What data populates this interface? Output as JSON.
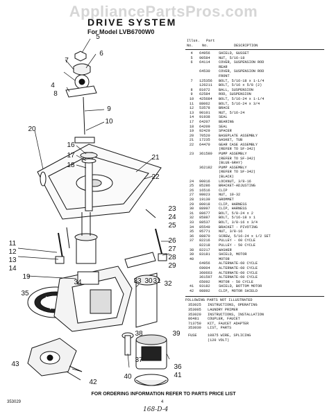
{
  "watermark": "AppliancePartsPros.com",
  "header": {
    "title": "DRIVE SYSTEM",
    "subtitle": "For Model LVB6700W0"
  },
  "diagram": {
    "callouts": [
      {
        "label": "5",
        "id": "callout-5"
      },
      {
        "label": "6",
        "id": "callout-6"
      },
      {
        "label": "7",
        "id": "callout-7"
      },
      {
        "label": "4",
        "id": "callout-4"
      },
      {
        "label": "8",
        "id": "callout-8"
      },
      {
        "label": "9",
        "id": "callout-9"
      },
      {
        "label": "10",
        "id": "callout-10"
      },
      {
        "label": "20",
        "id": "callout-20"
      },
      {
        "label": "16",
        "id": "callout-16"
      },
      {
        "label": "17",
        "id": "callout-17"
      },
      {
        "label": "18",
        "id": "callout-18"
      },
      {
        "label": "21",
        "id": "callout-21"
      },
      {
        "label": "22",
        "id": "callout-22"
      },
      {
        "label": "23",
        "id": "callout-23"
      },
      {
        "label": "24",
        "id": "callout-24"
      },
      {
        "label": "25",
        "id": "callout-25"
      },
      {
        "label": "11",
        "id": "callout-11"
      },
      {
        "label": "12",
        "id": "callout-12"
      },
      {
        "label": "13",
        "id": "callout-13"
      },
      {
        "label": "14",
        "id": "callout-14"
      },
      {
        "label": "26",
        "id": "callout-26"
      },
      {
        "label": "27",
        "id": "callout-27"
      },
      {
        "label": "28",
        "id": "callout-28"
      },
      {
        "label": "29",
        "id": "callout-29"
      },
      {
        "label": "19",
        "id": "callout-19"
      },
      {
        "label": "34",
        "id": "callout-34"
      },
      {
        "label": "35",
        "id": "callout-35"
      },
      {
        "label": "33",
        "id": "callout-33"
      },
      {
        "label": "30",
        "id": "callout-30"
      },
      {
        "label": "31",
        "id": "callout-31"
      },
      {
        "label": "32",
        "id": "callout-32"
      },
      {
        "label": "38",
        "id": "callout-38"
      },
      {
        "label": "39",
        "id": "callout-39"
      },
      {
        "label": "43",
        "id": "callout-43"
      },
      {
        "label": "37",
        "id": "callout-37"
      },
      {
        "label": "36",
        "id": "callout-36"
      },
      {
        "label": "41",
        "id": "callout-41"
      },
      {
        "label": "40",
        "id": "callout-40"
      },
      {
        "label": "42",
        "id": "callout-42"
      }
    ]
  },
  "parts_list": {
    "header": {
      "ill_line1": "Illus.",
      "ill_line2": "No.",
      "part_line1": "Part",
      "part_line2": "No.",
      "description": "DESCRIPTION"
    },
    "rows": [
      {
        "ill": "4",
        "part": "64956",
        "desc": "SHIELD, GUSSET"
      },
      {
        "ill": "5",
        "part": "90584",
        "desc": "NUT, 5/16-18"
      },
      {
        "ill": "6",
        "part": "64114",
        "desc": "COVER, SUSPENSION ROD"
      },
      {
        "ill": "",
        "part": "",
        "desc": "REAR"
      },
      {
        "ill": "",
        "part": "64530",
        "desc": "COVER, SUSPENSION ROD"
      },
      {
        "ill": "",
        "part": "",
        "desc": "FRONT"
      },
      {
        "ill": "7",
        "part": "125356",
        "desc": "BOLT, 5/16-18 x 1-1/4"
      },
      {
        "ill": "",
        "part": "126211",
        "desc": "BOLT, 5/16 x 5/8 (2)"
      },
      {
        "ill": "8",
        "part": "81072",
        "desc": "BALL, SUSPENSION"
      },
      {
        "ill": "9",
        "part": "62584",
        "desc": "ROD, SUSPENSION"
      },
      {
        "ill": "10",
        "part": "425684",
        "desc": "BOLT, 5/16-24 x 1-1/4"
      },
      {
        "ill": "11",
        "part": "88062",
        "desc": "BOLT, 5/16-24 x 3/4"
      },
      {
        "ill": "12",
        "part": "53578",
        "desc": "BRACE"
      },
      {
        "ill": "13",
        "part": "90101",
        "desc": "NUT, 5/16-24"
      },
      {
        "ill": "14",
        "part": "91938",
        "desc": "SEAL"
      },
      {
        "ill": "17",
        "part": "64207",
        "desc": "BEARING"
      },
      {
        "ill": "18",
        "part": "64209",
        "desc": "SEAL"
      },
      {
        "ill": "19",
        "part": "92429",
        "desc": "SPACER"
      },
      {
        "ill": "20",
        "part": "70520",
        "desc": "BASEPLATE ASSEMBLY"
      },
      {
        "ill": "21",
        "part": "17235",
        "desc": "GASKET, TUB"
      },
      {
        "ill": "22",
        "part": "64470",
        "desc": "GEAR CASE ASSEMBLY"
      },
      {
        "ill": "",
        "part": "",
        "desc": "(REFER TO SF-342)"
      },
      {
        "ill": "23",
        "part": "361580",
        "desc": "PUMP ASSEMBLY"
      },
      {
        "ill": "",
        "part": "",
        "desc": "(REFER TO SF-342)"
      },
      {
        "ill": "",
        "part": "",
        "desc": "(BLUE-GRAY)"
      },
      {
        "ill": "",
        "part": "362182",
        "desc": "PUMP ASSEMBLY"
      },
      {
        "ill": "",
        "part": "",
        "desc": "(REFER TO SF-342)"
      },
      {
        "ill": "",
        "part": "",
        "desc": "(BLACK)"
      },
      {
        "ill": "24",
        "part": "90016",
        "desc": "LOCKNUT, 3/8-16"
      },
      {
        "ill": "25",
        "part": "85286",
        "desc": "BRACKET-ADJUSTING"
      },
      {
        "ill": "26",
        "part": "16516",
        "desc": "CLIP"
      },
      {
        "ill": "27",
        "part": "98023",
        "desc": "NUT, 10-32"
      },
      {
        "ill": "28",
        "part": "19139",
        "desc": "GROMMET"
      },
      {
        "ill": "29",
        "part": "80018",
        "desc": "CLIP, HARNESS"
      },
      {
        "ill": "30",
        "part": "88997",
        "desc": "CLIP, HARNESS"
      },
      {
        "ill": "31",
        "part": "88677",
        "desc": "BOLT, 5/8-24 x 2"
      },
      {
        "ill": "32",
        "part": "85887",
        "desc": "BOLT, 5/16-18 x 1"
      },
      {
        "ill": "33",
        "part": "88537",
        "desc": "BOLT, 3/8-16 x 3/4"
      },
      {
        "ill": "34",
        "part": "85549",
        "desc": "BRACKET - PIVOTING"
      },
      {
        "ill": "35",
        "part": "95771",
        "desc": "NUT, 3/8-16"
      },
      {
        "ill": "36",
        "part": "88870",
        "desc": "SCREW, 5/16-24 x 1/2 SET"
      },
      {
        "ill": "37",
        "part": "82216",
        "desc": "PULLEY - 60 CYCLE"
      },
      {
        "ill": "",
        "part": "82218",
        "desc": "PULLEY - 50 CYCLE"
      },
      {
        "ill": "38",
        "part": "82217",
        "desc": "WASHER"
      },
      {
        "ill": "39",
        "part": "83181",
        "desc": "SHIELD, MOTOR"
      },
      {
        "ill": "40",
        "part": "",
        "desc": "MOTOR"
      },
      {
        "ill": "",
        "part": "64956",
        "desc": "ALTERNATE-60 CYCLE"
      },
      {
        "ill": "",
        "part": "69004",
        "desc": "ALTERNATE-60 CYCLE"
      },
      {
        "ill": "",
        "part": "360663",
        "desc": "ALTERNATE-60 CYCLE"
      },
      {
        "ill": "",
        "part": "361597",
        "desc": "ALTERNATE-60 CYCLE"
      },
      {
        "ill": "",
        "part": "65092",
        "desc": "MOTOR - 50 CYCLE"
      },
      {
        "ill": "41",
        "part": "93182",
        "desc": "SHIELD, BOTTOM MOTOR"
      },
      {
        "ill": "42",
        "part": "98892",
        "desc": "CLIP, MOTOR SHIELD"
      }
    ],
    "following_heading": "FOLLOWING PARTS NOT ILLUSTRATED",
    "following_rows": [
      {
        "part": "353025",
        "desc": "INSTRUCTIONS, OPERATING"
      },
      {
        "part": "353005",
        "desc": "LAUNDRY PRIMER"
      },
      {
        "part": "353020",
        "desc": "INSTRUCTIONS, INSTALLATION"
      },
      {
        "part": "86481",
        "desc": "COUPLER, FAUCET"
      },
      {
        "part": "713750",
        "desc": "KIT, FAUCET ADAPTER"
      },
      {
        "part": "353030",
        "desc": "LIST, PARTS"
      }
    ],
    "fuse": {
      "label": "FUSE",
      "value": "10875 WIRE, SPLICING",
      "sub": "(120 VOLT)"
    }
  },
  "footer": {
    "note": "FOR ORDERING INFORMATION REFER TO PARTS PRICE LIST",
    "doc_number": "353029",
    "page_number": "4",
    "handwriting": "168-D-4"
  },
  "colors": {
    "ink": "#111111",
    "watermark": "#d6d6d6",
    "background": "#ffffff"
  }
}
